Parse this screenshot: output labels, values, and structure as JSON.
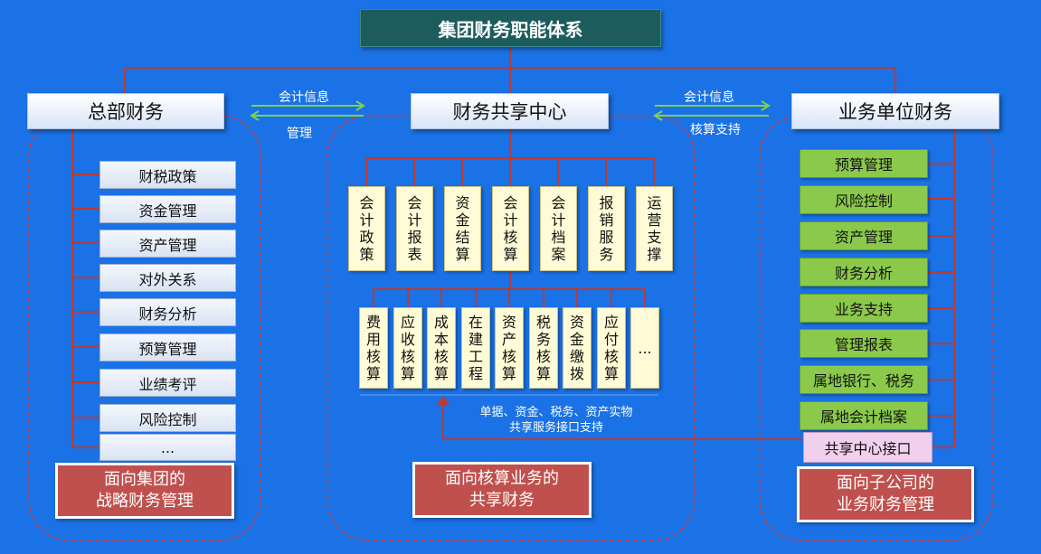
{
  "title": "集团财务职能体系",
  "left": {
    "header": "总部财务",
    "items": [
      "财税政策",
      "资金管理",
      "资产管理",
      "对外关系",
      "财务分析",
      "预算管理",
      "业绩考评",
      "风险控制",
      "..."
    ],
    "footer": "面向集团的\n战略财务管理"
  },
  "center": {
    "header": "财务共享中心",
    "top_items": [
      "会计政策",
      "会计报表",
      "资金结算",
      "会计核算",
      "会计档案",
      "报销服务",
      "运营支撑"
    ],
    "bottom_items": [
      "费用核算",
      "应收核算",
      "成本核算",
      "在建工程",
      "资产核算",
      "税务核算",
      "资金缴拨",
      "应付核算",
      "..."
    ],
    "interface_line1": "单据、资金、税务、资产实物",
    "interface_line2": "共享服务接口支持",
    "footer": "面向核算业务的\n共享财务"
  },
  "right": {
    "header": "业务单位财务",
    "items": [
      "预算管理",
      "风险控制",
      "资产管理",
      "财务分析",
      "业务支持",
      "管理报表",
      "属地银行、税务",
      "属地会计档案"
    ],
    "interface": "共享中心接口",
    "footer": "面向子公司的\n业务财务管理"
  },
  "arrows": {
    "left_top": "会计信息",
    "left_bottom": "管理",
    "right_top": "会计信息",
    "right_bottom": "核算支持"
  },
  "colors": {
    "background": "#1a72e6",
    "connector": "#c0392b",
    "arrow": "#7fd14f",
    "footer_fill": "#c0504d",
    "green_item": "#8bc94a",
    "yellow_item": "#fffbd6",
    "title_fill": "#1d5c5c"
  }
}
